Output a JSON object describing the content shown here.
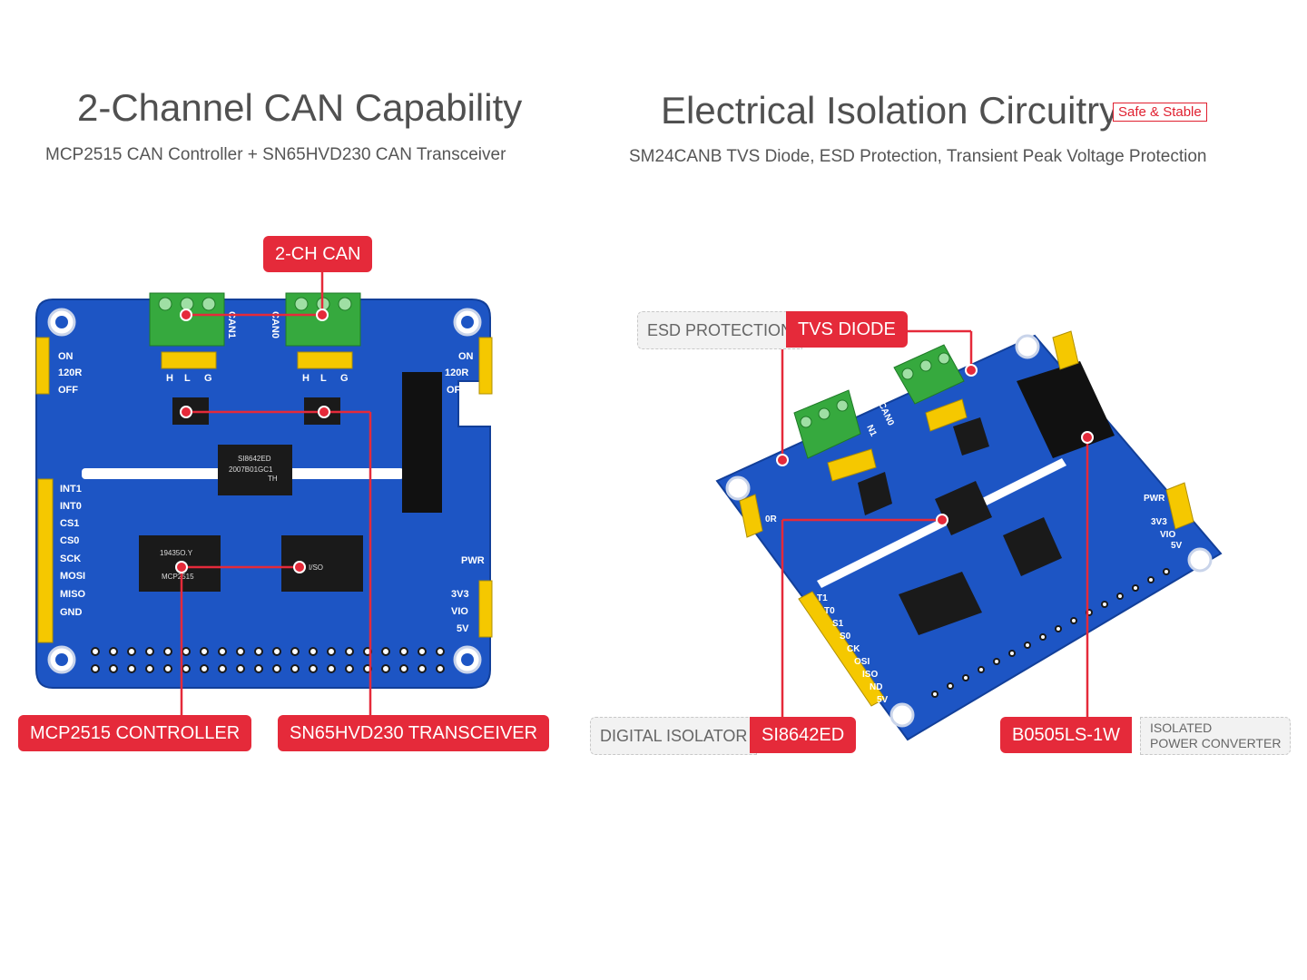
{
  "left": {
    "title": "2-Channel CAN Capability",
    "subtitle": "MCP2515 CAN Controller + SN65HVD230 CAN Transceiver",
    "labels": {
      "can": "2-CH CAN",
      "controller": "MCP2515 CONTROLLER",
      "transceiver": "SN65HVD230 TRANSCEIVER"
    },
    "board": {
      "can1": "CAN1",
      "can0": "CAN0",
      "term_h": "H",
      "term_l": "L",
      "term_g": "G",
      "jumper_on": "ON",
      "jumper_120r": "120R",
      "jumper_off": "OFF",
      "isolator_chip": "SI8642ED",
      "isolator_code": "2007B01GC1",
      "isolator_mark": "TH",
      "mcp_chip": "MCP2515",
      "mcp_code": "19435O.Y",
      "mcp_code2": "I/SO",
      "pins": [
        "INT1",
        "INT0",
        "CS1",
        "CS0",
        "SCK",
        "MOSI",
        "MISO",
        "GND"
      ],
      "pwr": "PWR",
      "pwr_pins": [
        "3V3",
        "VIO",
        "5V"
      ]
    }
  },
  "right": {
    "title": "Electrical Isolation Circuitry",
    "badge": "Safe & Stable",
    "subtitle": "SM24CANB TVS Diode, ESD Protection, Transient Peak Voltage Protection",
    "labels": {
      "esd": "ESD PROTECTION",
      "tvs": "TVS DIODE",
      "digital_isolator": "DIGITAL ISOLATOR",
      "si8642": "SI8642ED",
      "b0505": "B0505LS-1W",
      "isolated_line1": "ISOLATED",
      "isolated_line2": "POWER CONVERTER"
    },
    "board": {
      "can0": "CAN0",
      "can1_partial": "N1",
      "pwr": "PWR",
      "pwr_pins": [
        "3V3",
        "VIO",
        "5V"
      ],
      "side_pins": [
        "T1",
        "T0",
        "S1",
        "S0",
        "CK",
        "OSI",
        "ISO",
        "ND",
        "5V"
      ],
      "jumper_partial": "0R"
    }
  },
  "colors": {
    "board_blue": "#1d55c4",
    "label_red": "#e52a3a",
    "terminal_green": "#3cb043",
    "header_yellow": "#f5c800"
  }
}
